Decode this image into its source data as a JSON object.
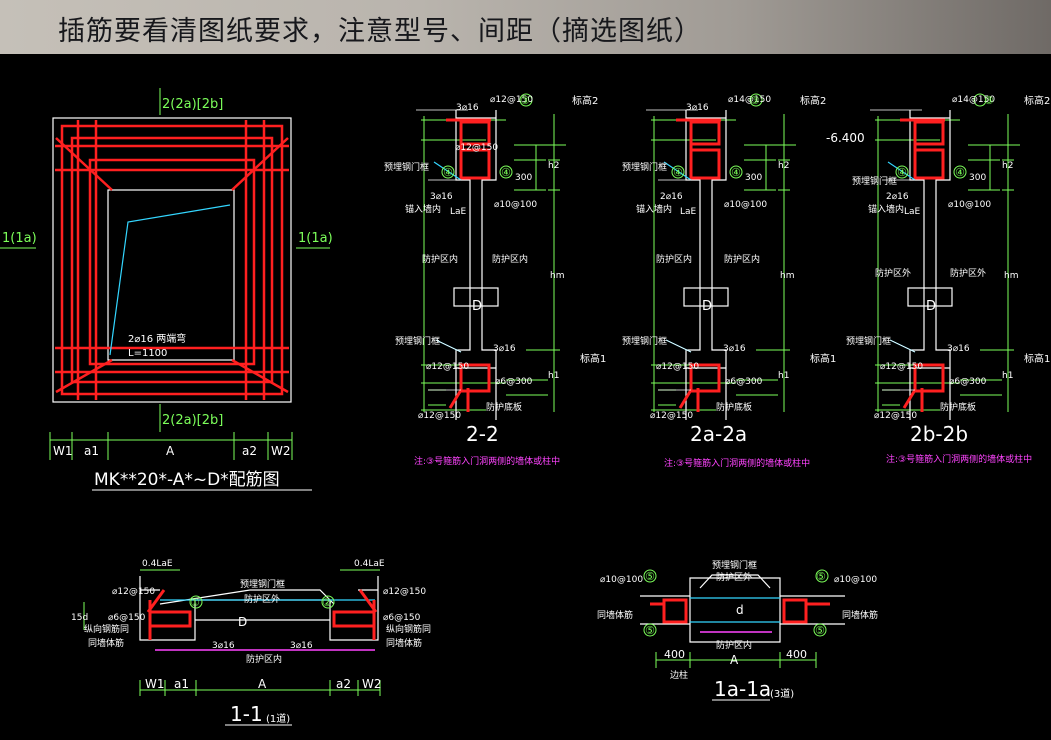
{
  "page_title": "插筋要看清图纸要求，注意型号、间距（摘选图纸）",
  "colors": {
    "background": "#000000",
    "title_bar": "#bdb8b1",
    "rebar": "#ff2020",
    "dimension": "#7cff5a",
    "outline": "#ffffff",
    "cyan": "#33d6ff",
    "note": "#ff44ff"
  },
  "elevation_view": {
    "top_tag": "2(2a)[2b]",
    "bottom_tag": "2(2a)[2b]",
    "left_tag": "1(1a)",
    "right_tag": "1(1a)",
    "diagonal_note_1": "2⌀16 两端弯",
    "diagonal_note_2": "L=1100",
    "dims": [
      "W1",
      "a1",
      "A",
      "a2",
      "W2"
    ],
    "caption": "MK**20*-A*~D*配筋图"
  },
  "section_2_2": {
    "top_label": "3⌀16",
    "stirrup_top": "⌀12@150",
    "circle_3": "③",
    "circle_4": "④",
    "marker": "标高2",
    "frame_label": "预埋钢门框",
    "anchor_label": "3⌀16",
    "anchor_label_2": "锚入墙内",
    "len_label": "LaE",
    "stirrup_mid": "⌀10@100",
    "side_left": "防护区内",
    "side_right": "防护区内",
    "d_label": "D",
    "frame_label_bottom": "预埋钢门框",
    "bot_label": "3⌀16",
    "stirrup_bot1": "⌀12@150",
    "stirrup_bot2": "⌀6@300",
    "stirrup_bot3": "⌀12@150",
    "floor_label": "防护底板",
    "marker_bottom": "标高1",
    "dim_300": "300",
    "dim_h2": "h2",
    "dim_hm": "hm",
    "dim_h1": "h1",
    "caption": "2-2",
    "note": "注:③号箍筋入门洞两侧的墙体或柱中"
  },
  "section_2a": {
    "top_label": "3⌀16",
    "stirrup_top": "⌀14@150",
    "circle_3": "③",
    "circle_4": "④",
    "marker": "标高2",
    "frame_label": "预埋钢门框",
    "anchor_label": "2⌀16",
    "anchor_label_2": "锚入墙内",
    "len_label": "LaE",
    "stirrup_mid": "⌀10@100",
    "side_left": "防护区内",
    "side_right": "防护区内",
    "d_label": "D",
    "frame_label_bottom": "预埋钢门框",
    "bot_label": "3⌀16",
    "stirrup_bot1": "⌀12@150",
    "stirrup_bot2": "⌀6@300",
    "stirrup_bot3": "⌀12@150",
    "floor_label": "防护底板",
    "marker_bottom": "标高1",
    "dim_300": "300",
    "dim_h2": "h2",
    "dim_hm": "hm",
    "dim_h1": "h1",
    "caption": "2a-2a",
    "note": "注:③号箍筋入门洞两侧的墙体或柱中"
  },
  "section_2b": {
    "top_label": "",
    "stirrup_top": "⌀14@150",
    "circle_3": "③",
    "circle_4": "④",
    "marker": "标高2",
    "elev": "-6.400",
    "frame_label": "预埋钢门框",
    "anchor_label": "2⌀16",
    "anchor_label_2": "锚入墙内",
    "len_label": "LaE",
    "stirrup_mid": "⌀10@100",
    "side_left": "防护区外",
    "side_right": "防护区外",
    "d_label": "D",
    "frame_label_bottom": "预埋钢门框",
    "bot_label": "3⌀16",
    "stirrup_bot1": "⌀12@150",
    "stirrup_bot2": "⌀6@300",
    "stirrup_bot3": "⌀12@150",
    "floor_label": "防护底板",
    "marker_bottom": "标高1",
    "dim_300": "300",
    "dim_h2": "h2",
    "dim_hm": "hm",
    "dim_h1": "h1",
    "caption": "2b-2b",
    "note": "注:③号箍筋入门洞两侧的墙体或柱中"
  },
  "section_1_1": {
    "lae_left": "0.4LaE",
    "lae_right": "0.4LaE",
    "stirrup_l1": "⌀12@150",
    "stirrup_l2": "⌀6@150",
    "stirrup_r1": "⌀12@150",
    "stirrup_r2": "⌀6@150",
    "dim_15d": "15d",
    "wall_note_l1": "纵向钢筋同",
    "wall_note_l2": "同墙体筋",
    "wall_note_r1": "纵向钢筋同",
    "wall_note_r2": "同墙体筋",
    "frame": "预埋钢门框",
    "outside": "防护区外",
    "inside": "防护区内",
    "bar_l": "3⌀16",
    "bar_r": "3⌀16",
    "circle_1": "①",
    "circle_2": "②",
    "d_label": "D",
    "dims": [
      "W1",
      "a1",
      "A",
      "a2",
      "W2"
    ],
    "caption": "1-1",
    "caption_note": "(1道)"
  },
  "section_1a": {
    "stirrup_l": "⌀10@100",
    "stirrup_r": "⌀10@100",
    "frame": "预埋钢门框",
    "outside": "防护区外",
    "inside": "防护区内",
    "wall_l": "同墙体筋",
    "wall_r": "同墙体筋",
    "circle_5": "⑤",
    "d_label": "d",
    "dim_l": "400",
    "dim_a": "A",
    "dim_r": "400",
    "edge": "边柱",
    "caption": "1a-1a",
    "caption_note": "(3道)"
  }
}
